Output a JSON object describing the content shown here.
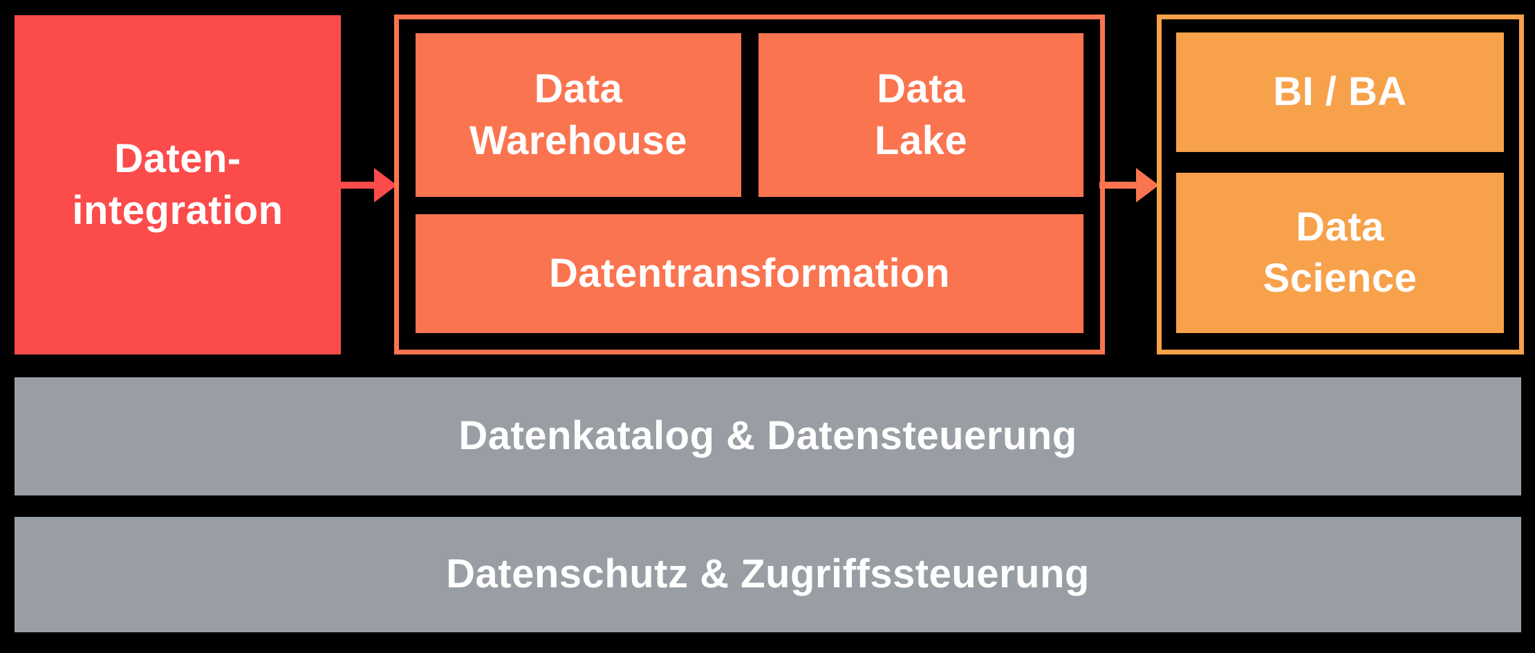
{
  "diagram": {
    "colors": {
      "background": "#000000",
      "integration_red": "#fc4b4b",
      "storage_coral": "#fb7450",
      "consumption_orange": "#f7a14b",
      "layer_gray": "#989ea4",
      "text": "#ffffff"
    },
    "nodes": {
      "integration": {
        "label": "Daten-\nintegration"
      },
      "warehouse": {
        "label": "Data\nWarehouse"
      },
      "lake": {
        "label": "Data\nLake"
      },
      "transformation": {
        "label": "Datentransformation"
      },
      "bi_ba": {
        "label": "BI / BA"
      },
      "data_science": {
        "label": "Data\nScience"
      }
    },
    "layers": {
      "catalog": {
        "label": "Datenkatalog & Datensteuerung"
      },
      "privacy": {
        "label": "Datenschutz & Zugriffssteuerung"
      }
    },
    "icons": {
      "arrow_1": "right-arrow",
      "arrow_2": "right-arrow"
    }
  }
}
